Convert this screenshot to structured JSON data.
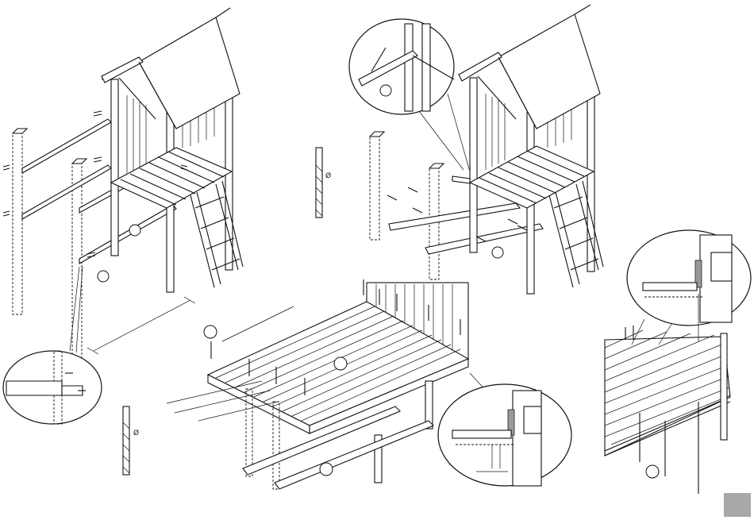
{
  "figure": {
    "diameter_symbol": "Ø",
    "panels": [
      "step-frame-beams",
      "step-upper-beams",
      "step-deck-boards",
      "step-deck-edge-detail"
    ],
    "callouts": 4,
    "accent_colors": {
      "line": "#111111",
      "detail_fill": "#9a9a9a",
      "page_box": "#a8a8a8"
    }
  }
}
